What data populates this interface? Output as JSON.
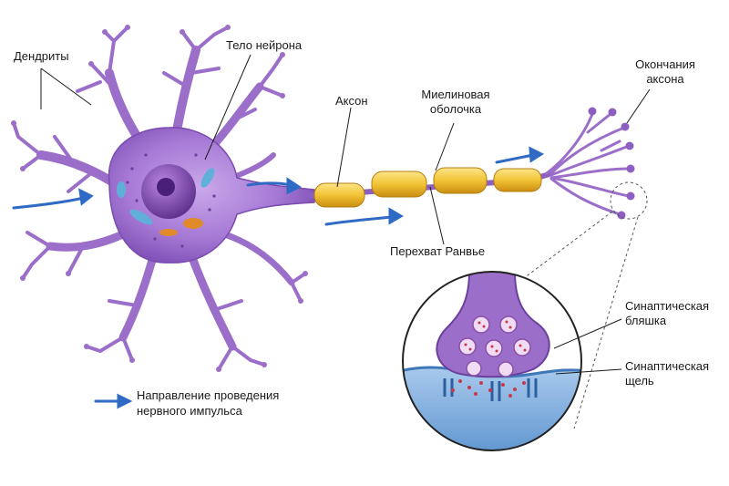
{
  "labels": {
    "dendrites": "Дендриты",
    "soma": "Тело нейрона",
    "axon": "Аксон",
    "myelin_line1": "Миелиновая",
    "myelin_line2": "оболочка",
    "terminals_line1": "Окончания",
    "terminals_line2": "аксона",
    "ranvier": "Перехват Ранвье",
    "plaque_line1": "Синаптическая",
    "plaque_line2": "бляшка",
    "cleft_line1": "Синаптическая",
    "cleft_line2": "щель"
  },
  "legend": {
    "line1": "Направление проведения",
    "line2": "нервного импульса"
  },
  "colors": {
    "neuron": "#9b6fc9",
    "neuron_dark": "#6b3f9c",
    "myelin": "#f2c335",
    "arrow": "#2f6bc4",
    "cleft_membrane": "#6fa7dc",
    "vesicle": "#c53a4a"
  }
}
